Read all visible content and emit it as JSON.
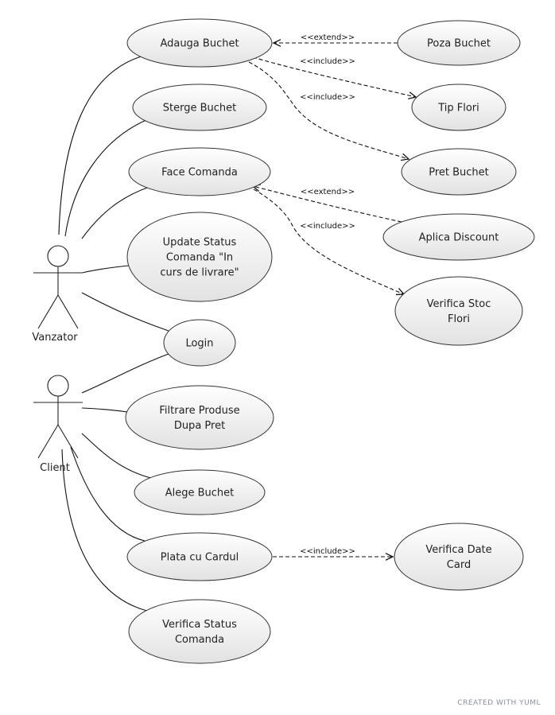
{
  "diagram": {
    "actors": [
      {
        "id": "vanzator",
        "label": "Vanzator"
      },
      {
        "id": "client",
        "label": "Client"
      }
    ],
    "use_cases": [
      {
        "id": "adauga-buchet",
        "lines": [
          "Adauga Buchet"
        ]
      },
      {
        "id": "sterge-buchet",
        "lines": [
          "Sterge Buchet"
        ]
      },
      {
        "id": "face-comanda",
        "lines": [
          "Face Comanda"
        ]
      },
      {
        "id": "update-status",
        "lines": [
          "Update Status",
          "Comanda \"In",
          "curs de livrare\""
        ]
      },
      {
        "id": "login",
        "lines": [
          "Login"
        ]
      },
      {
        "id": "filtrare-produse",
        "lines": [
          "Filtrare Produse",
          "Dupa Pret"
        ]
      },
      {
        "id": "alege-buchet",
        "lines": [
          "Alege Buchet"
        ]
      },
      {
        "id": "plata-cu-cardul",
        "lines": [
          "Plata cu Cardul"
        ]
      },
      {
        "id": "verifica-status-comanda",
        "lines": [
          "Verifica Status",
          "Comanda"
        ]
      },
      {
        "id": "poza-buchet",
        "lines": [
          "Poza Buchet"
        ]
      },
      {
        "id": "tip-flori",
        "lines": [
          "Tip Flori"
        ]
      },
      {
        "id": "pret-buchet",
        "lines": [
          "Pret Buchet"
        ]
      },
      {
        "id": "aplica-discount",
        "lines": [
          "Aplica Discount"
        ]
      },
      {
        "id": "verifica-stoc-flori",
        "lines": [
          "Verifica Stoc",
          "Flori"
        ]
      },
      {
        "id": "verifica-date-card",
        "lines": [
          "Verifica Date",
          "Card"
        ]
      }
    ],
    "associations": [
      {
        "actor": "vanzator",
        "use_case": "adauga-buchet"
      },
      {
        "actor": "vanzator",
        "use_case": "sterge-buchet"
      },
      {
        "actor": "vanzator",
        "use_case": "face-comanda"
      },
      {
        "actor": "vanzator",
        "use_case": "update-status"
      },
      {
        "actor": "vanzator",
        "use_case": "login"
      },
      {
        "actor": "client",
        "use_case": "login"
      },
      {
        "actor": "client",
        "use_case": "filtrare-produse"
      },
      {
        "actor": "client",
        "use_case": "alege-buchet"
      },
      {
        "actor": "client",
        "use_case": "plata-cu-cardul"
      },
      {
        "actor": "client",
        "use_case": "verifica-status-comanda"
      }
    ],
    "relations": [
      {
        "from": "poza-buchet",
        "to": "adauga-buchet",
        "label": "<<extend>>"
      },
      {
        "from": "adauga-buchet",
        "to": "tip-flori",
        "label": "<<include>>"
      },
      {
        "from": "adauga-buchet",
        "to": "pret-buchet",
        "label": "<<include>>"
      },
      {
        "from": "aplica-discount",
        "to": "face-comanda",
        "label": "<<extend>>"
      },
      {
        "from": "face-comanda",
        "to": "verifica-stoc-flori",
        "label": "<<include>>"
      },
      {
        "from": "plata-cu-cardul",
        "to": "verifica-date-card",
        "label": "<<include>>"
      }
    ],
    "footer": "CREATED WITH YUML"
  }
}
